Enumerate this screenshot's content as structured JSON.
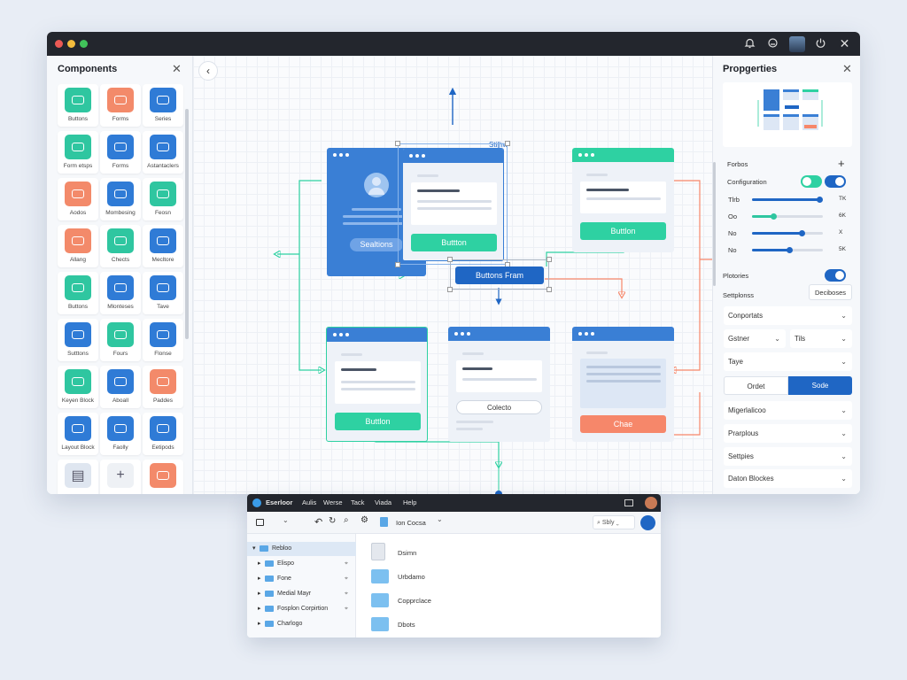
{
  "titlebar": {
    "traffic_colors": [
      "#ec5a55",
      "#f4bd3d",
      "#41c35a"
    ]
  },
  "components_panel": {
    "title": "Components",
    "items": [
      {
        "label": "Buttons",
        "color": "#2fc6a0",
        "icon": "button-icon"
      },
      {
        "label": "Forms",
        "color": "#f38a6a",
        "icon": "chart-icon"
      },
      {
        "label": "Series",
        "color": "#2f7bd6",
        "icon": "globe-icon"
      },
      {
        "label": "Form etsps",
        "color": "#2fc6a0",
        "icon": "chat-icon"
      },
      {
        "label": "Forms",
        "color": "#2f7bd6",
        "icon": "triangle-icon"
      },
      {
        "label": "Astantaclers",
        "color": "#2f7bd6",
        "icon": "layout-icon"
      },
      {
        "label": "Aodos",
        "color": "#f38a6a",
        "icon": "share-icon"
      },
      {
        "label": "Mombesing",
        "color": "#2f7bd6",
        "icon": "grid-icon"
      },
      {
        "label": "Feosn",
        "color": "#2fc6a0",
        "icon": "network-icon"
      },
      {
        "label": "Allang",
        "color": "#f38a6a",
        "icon": "document-icon"
      },
      {
        "label": "Chects",
        "color": "#2fc6a0",
        "icon": "toggle-icon"
      },
      {
        "label": "Mecltore",
        "color": "#2f7bd6",
        "icon": "branch-icon"
      },
      {
        "label": "Buttons",
        "color": "#2fc6a0",
        "icon": "chat-icon"
      },
      {
        "label": "Mlonteses",
        "color": "#2f7bd6",
        "icon": "check-icon"
      },
      {
        "label": "Tave",
        "color": "#2f7bd6",
        "icon": "board-icon"
      },
      {
        "label": "Sutttons",
        "color": "#2f7bd6",
        "icon": "clock-icon"
      },
      {
        "label": "Fours",
        "color": "#2fc6a0",
        "icon": "screen-icon"
      },
      {
        "label": "Flonse",
        "color": "#2f7bd6",
        "icon": "lines-icon"
      },
      {
        "label": "Keyen Block",
        "color": "#2fc6a0",
        "icon": "ticket-icon"
      },
      {
        "label": "Aboall",
        "color": "#2f7bd6",
        "icon": "leaf-icon"
      },
      {
        "label": "Paddes",
        "color": "#f38a6a",
        "icon": "table-icon"
      },
      {
        "label": "Layout Block",
        "color": "#2f7bd6",
        "icon": "speed-icon"
      },
      {
        "label": "Faolly",
        "color": "#2f7bd6",
        "icon": "grid-icon"
      },
      {
        "label": "Eetipods",
        "color": "#2f7bd6",
        "icon": "circle-icon"
      },
      {
        "label": "",
        "color": "#dfe6f0",
        "icon": "file-icon"
      },
      {
        "label": "",
        "color": "#eef1f5",
        "icon": "plus-icon"
      },
      {
        "label": "",
        "color": "#f38a6a",
        "icon": "bars-icon"
      }
    ]
  },
  "canvas": {
    "top_label": "Stilhw",
    "blue_card_button": "Sealtions",
    "selected_card_button": "Buttton",
    "green_card_button": "Buttlon",
    "floating_button": "Buttons Fram",
    "bottom_left_button": "Buttlon",
    "bottom_mid_field": "Colecto",
    "bottom_right_button": "Chae",
    "colors": {
      "blue": "#3a7fd5",
      "teal": "#2ed1a2",
      "coral": "#f6876a",
      "navy": "#1f66c4"
    }
  },
  "properties_panel": {
    "title": "Propgerties",
    "section": "Forbos",
    "configuration_label": "Configuration",
    "sliders": [
      {
        "label": "Tlrb",
        "value": 0.95,
        "end": "TK",
        "color": "#1f66c4"
      },
      {
        "label": "Oo",
        "value": 0.3,
        "end": "6K",
        "color": "#2fc6a0"
      },
      {
        "label": "No",
        "value": 0.7,
        "end": "X",
        "color": "#1f66c4"
      },
      {
        "label": "No",
        "value": 0.52,
        "end": "5K",
        "color": "#1f66c4"
      }
    ],
    "plotories_label": "Plotories",
    "settings_label": "Settplonss",
    "settings_button": "Deciboses",
    "dropdown_conportats": "Conportats",
    "dropdown_gstner": "Gstner",
    "dropdown_tils": "Tils",
    "dropdown_taye": "Taye",
    "seg_left": "Ordet",
    "seg_right": "Sode",
    "dropdown_migerlalicoo": "Migerlalicoo",
    "dropdown_prarplous": "Prarplous",
    "dropdown_settpies": "Settpies",
    "dropdown_daton": "Daton Blockes"
  },
  "file_manager": {
    "app_name": "Eserloor",
    "menu": [
      "Aulis",
      "Werse",
      "Tack",
      "Viada",
      "Help"
    ],
    "location": "Ion Cocsa",
    "search_text": "Sbly",
    "tree": [
      {
        "label": "Rebloo",
        "selected": true,
        "arrow": "▾"
      },
      {
        "label": "Elispo",
        "selected": false,
        "arrow": "▸"
      },
      {
        "label": "Fone",
        "selected": false,
        "arrow": "▸"
      },
      {
        "label": "Medial Mayr",
        "selected": false,
        "arrow": "▸"
      },
      {
        "label": "Fosplon Corpirtion",
        "selected": false,
        "arrow": "▸"
      },
      {
        "label": "Charlogo",
        "selected": false,
        "arrow": "▸"
      }
    ],
    "files": [
      "Dsimn",
      "Urbdamo",
      "Copprclace",
      "Dbots"
    ]
  }
}
